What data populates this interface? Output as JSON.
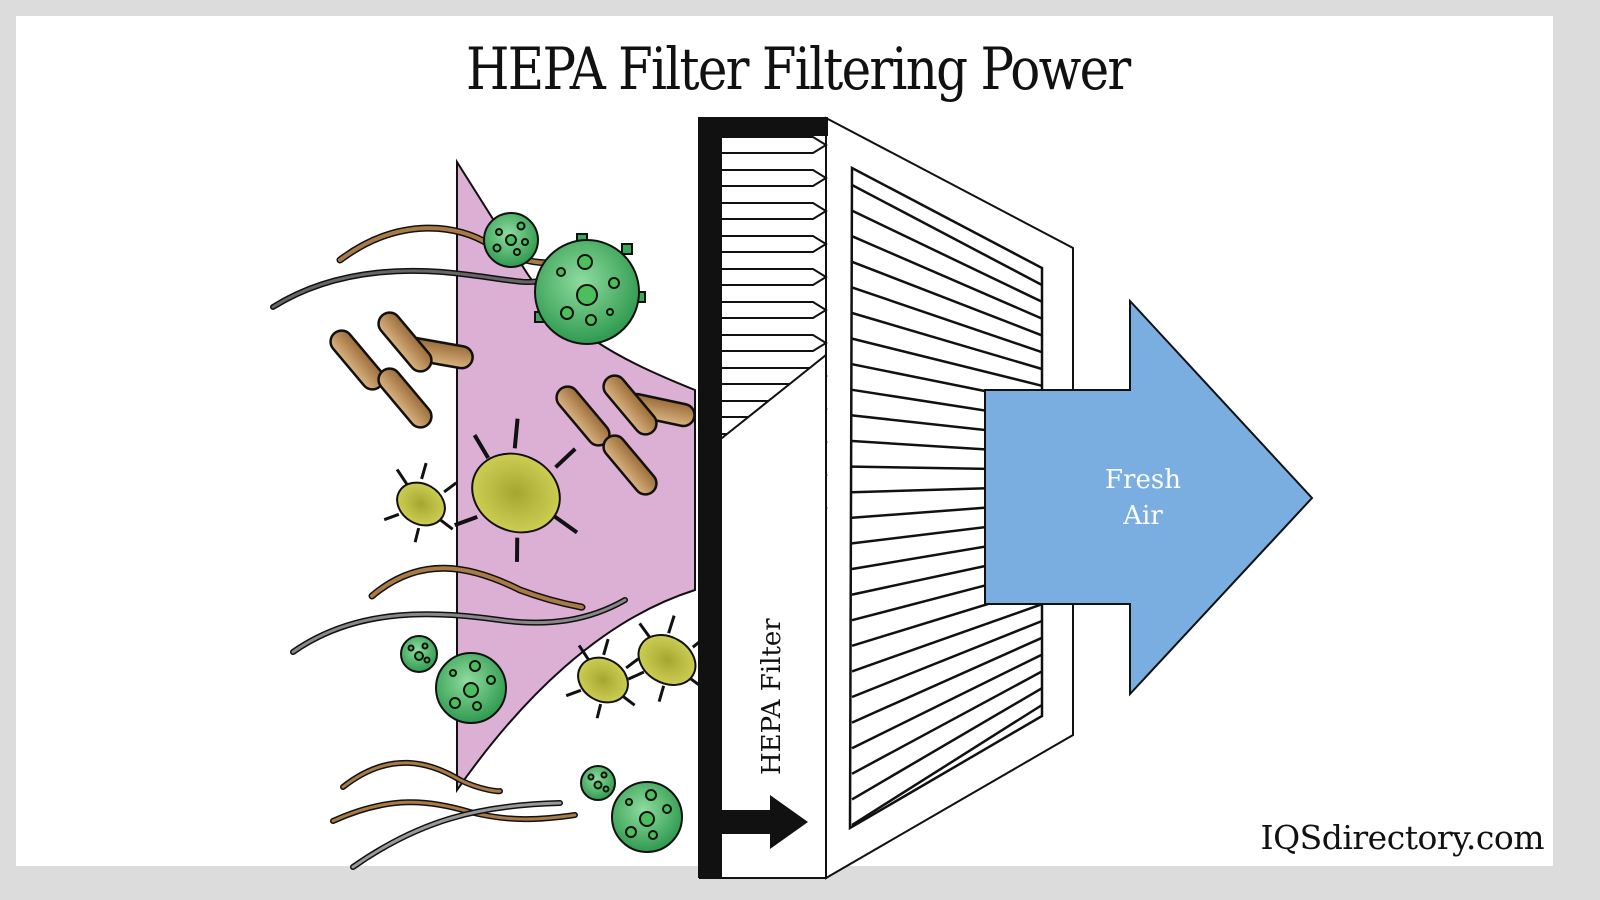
{
  "title": "HEPA Filter Filtering Power",
  "labels": {
    "filter": "HEPA Filter",
    "fresh_air_line1": "Fresh",
    "fresh_air_line2": "Air"
  },
  "brand": "IQSdirectory.com",
  "colors": {
    "frame": "#dcdcdc",
    "background": "#ffffff",
    "contaminant_zone": "#dcb0d4",
    "fresh_air_arrow": "#7aaee0",
    "spore": "#3aa85a",
    "mite": "#b6b83a",
    "rod": "#b98a55",
    "hair_brown": "#a87a45",
    "hair_gray": "#777777"
  },
  "particles": [
    "pollen-spore",
    "dust-mite",
    "bacteria-rod",
    "hair-fiber"
  ]
}
